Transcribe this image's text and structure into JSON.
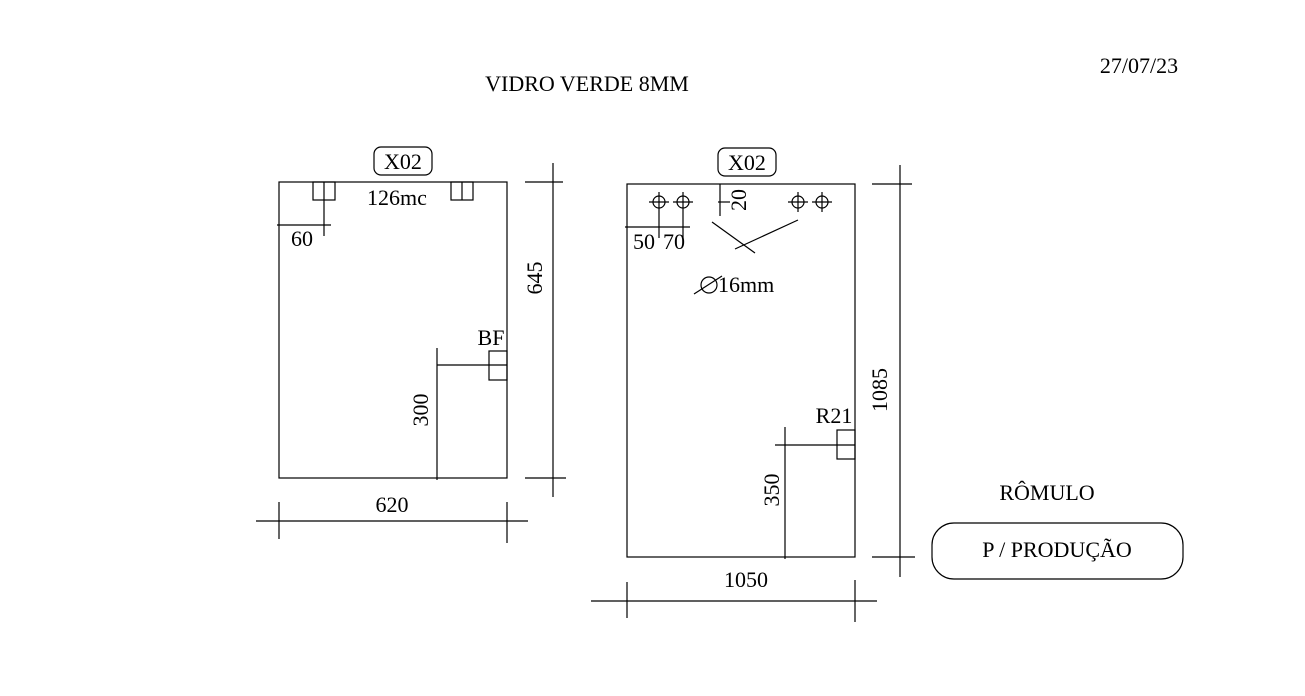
{
  "header": {
    "title": "VIDRO VERDE 8MM",
    "date": "27/07/23"
  },
  "piece_left": {
    "code": "X02",
    "notch_label": "126mc",
    "notch_offset": "60",
    "height": "645",
    "width": "620",
    "side_cut_label": "BF",
    "side_cut_height": "300"
  },
  "piece_right": {
    "code": "X02",
    "hole_offset_a": "50",
    "hole_offset_b": "70",
    "hole_top_offset": "20",
    "hole_diameter": "16mm",
    "height": "1085",
    "width": "1050",
    "side_cut_label": "R21",
    "side_cut_height": "350"
  },
  "footer": {
    "client": "RÔMULO",
    "stamp": "P / PRODUÇÃO"
  }
}
